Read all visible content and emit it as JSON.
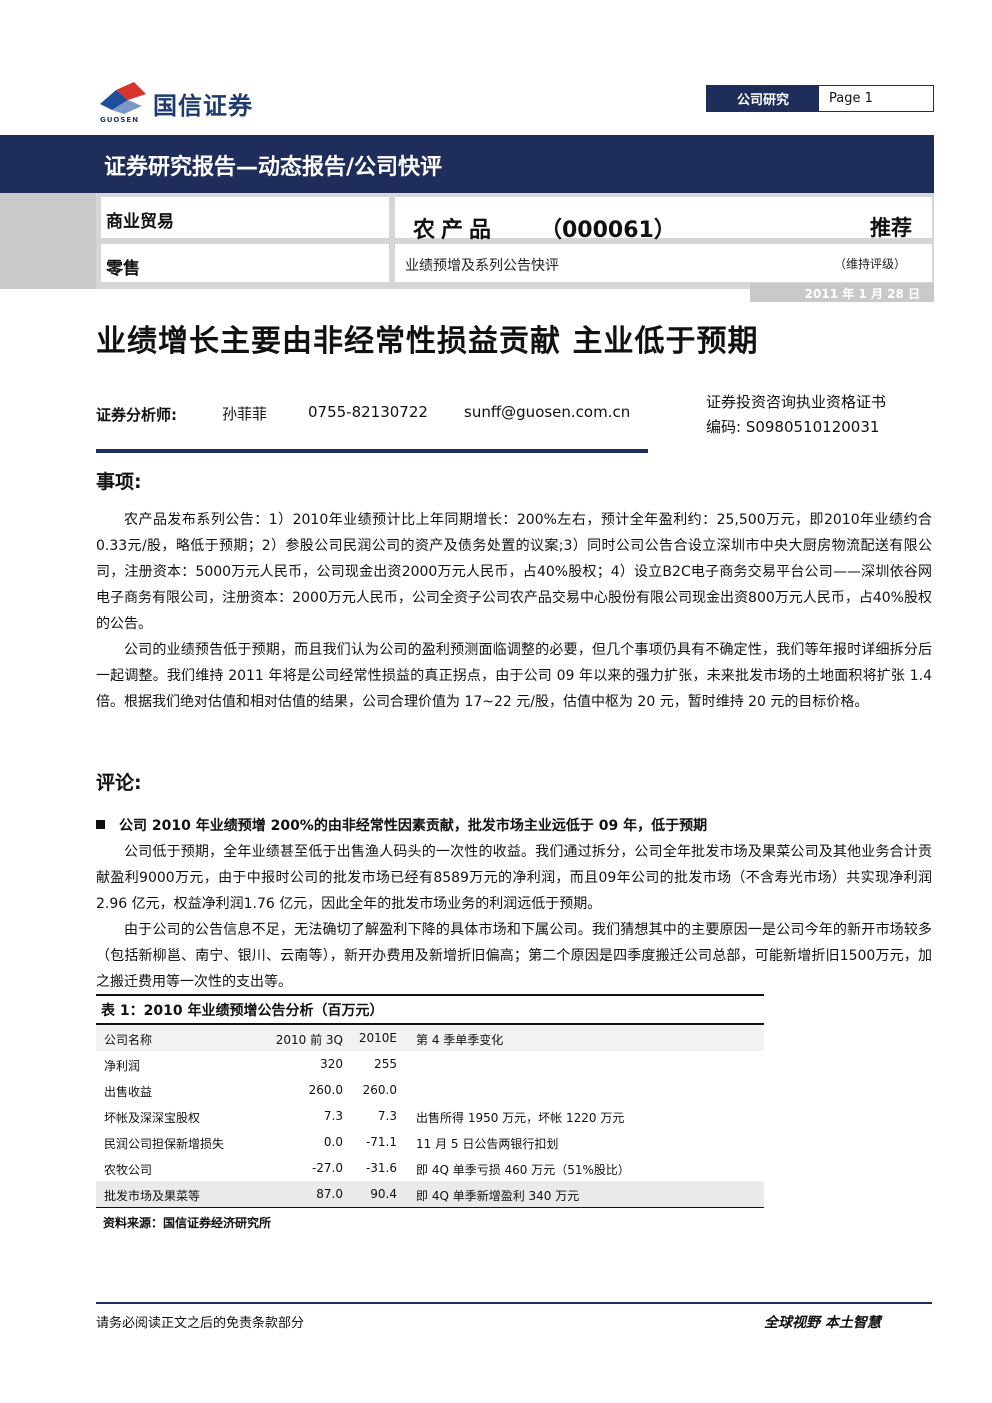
{
  "brand": {
    "name": "国信证券",
    "sub": "GUOSEN"
  },
  "tag": {
    "category": "公司研究",
    "page": "Page 1"
  },
  "report_type": "证券研究报告—动态报告/公司快评",
  "sector": {
    "primary": "商业贸易",
    "secondary": "零售"
  },
  "stock": {
    "name": "农产品",
    "code": "（000061）",
    "rating": "推荐",
    "rating_note": "（维持评级）",
    "subtitle": "业绩预增及系列公告快评"
  },
  "date": "2011 年 1 月 28 日",
  "headline": "业绩增长主要由非经常性损益贡献  主业低于预期",
  "analyst": {
    "label": "证券分析师:",
    "name": "孙菲菲",
    "phone": "0755-82130722",
    "email": "sunff@guosen.com.cn",
    "cert_label": "证券投资咨询执业资格证书",
    "cert_code": "编码:  S0980510120031"
  },
  "events": {
    "heading": "事项:",
    "paragraphs": [
      "农产品发布系列公告：1）2010年业绩预计比上年同期增长：200%左右，预计全年盈利约：25,500万元，即2010年业绩约合0.33元/股，略低于预期；2）参股公司民润公司的资产及债务处置的议案;3）同时公司公告合设立深圳市中央大厨房物流配送有限公司，注册资本：5000万元人民币，公司现金出资2000万元人民币，占40%股权；4）设立B2C电子商务交易平台公司——深圳依谷网电子商务有限公司，注册资本：2000万元人民币，公司全资子公司农产品交易中心股份有限公司现金出资800万元人民币，占40%股权的公告。",
      "公司的业绩预告低于预期，而且我们认为公司的盈利预测面临调整的必要，但几个事项仍具有不确定性，我们等年报时详细拆分后一起调整。我们维持 2011 年将是公司经常性损益的真正拐点，由于公司 09 年以来的强力扩张，未来批发市场的土地面积将扩张 1.4 倍。根据我们绝对估值和相对估值的结果，公司合理价值为 17~22 元/股，估值中枢为 20 元，暂时维持 20 元的目标价格。"
    ]
  },
  "comments": {
    "heading": "评论:",
    "bullet": "公司 2010 年业绩预增 200%的由非经常性因素贡献，批发市场主业远低于 09 年，低于预期",
    "paragraphs": [
      "公司低于预期，全年业绩甚至低于出售渔人码头的一次性的收益。我们通过拆分，公司全年批发市场及果菜公司及其他业务合计贡献盈利9000万元，由于中报时公司的批发市场已经有8589万元的净利润，而且09年公司的批发市场（不含寿光市场）共实现净利润2.96 亿元，权益净利润1.76 亿元，因此全年的批发市场业务的利润远低于预期。",
      "由于公司的公告信息不足，无法确切了解盈利下降的具体市场和下属公司。我们猜想其中的主要原因一是公司今年的新开市场较多（包括新柳邕、南宁、银川、云南等），新开办费用及新增折旧偏高；第二个原因是四季度搬迁公司总部，可能新增折旧1500万元，加之搬迁费用等一次性的支出等。"
    ]
  },
  "table": {
    "title": "表 1：2010 年业绩预增公告分析（百万元）",
    "headers": [
      "公司名称",
      "2010 前 3Q",
      "2010E",
      "第 4 季单季变化"
    ],
    "rows": [
      [
        "净利润",
        "320",
        "255",
        ""
      ],
      [
        "出售收益",
        "260.0",
        "260.0",
        ""
      ],
      [
        "坏帐及深深宝股权",
        "7.3",
        "7.3",
        "出售所得 1950 万元，坏帐 1220 万元"
      ],
      [
        "民润公司担保新增损失",
        "0.0",
        "-71.1",
        "11 月 5 日公告两银行扣划"
      ],
      [
        "农牧公司",
        "-27.0",
        "-31.6",
        "即 4Q 单季亏损 460 万元（51%股比）"
      ],
      [
        "批发市场及果菜等",
        "87.0",
        "90.4",
        "即 4Q 单季新增盈利 340 万元"
      ]
    ],
    "source": "资料来源：国信证券经济研究所"
  },
  "footer": {
    "left": "请务必阅读正文之后的免责条款部分",
    "right": "全球视野   本土智慧"
  },
  "colors": {
    "navy": "#1f2d5a",
    "logo_red": "#d9342b",
    "logo_blue": "#1f4e9a"
  }
}
